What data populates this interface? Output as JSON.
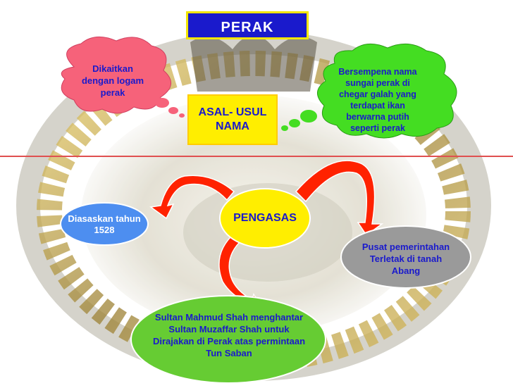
{
  "title": "PERAK",
  "center_box": [
    "ASAL- USUL",
    "NAMA"
  ],
  "founder_label": "PENGASAS",
  "bubble_left": [
    "Dikaitkan",
    "dengan logam",
    "perak"
  ],
  "bubble_right": [
    "Bersempena nama",
    "sungai perak di",
    "chegar galah yang",
    "terdapat ikan",
    "berwarna putih",
    "seperti perak"
  ],
  "node_left": [
    "Diasaskan tahun",
    "1528"
  ],
  "node_right": [
    "Pusat pemerintahan",
    "Terletak di tanah",
    "Abang"
  ],
  "node_bottom": [
    "Sultan Mahmud Shah menghantar",
    "Sultan Muzaffar Shah untuk",
    "Dirajakan di Perak atas permintaan",
    "Tun Saban"
  ],
  "colors": {
    "title_bg": "#1a1acc",
    "center_bg": "#ffee00",
    "bubble_left": "#f6627a",
    "bubble_right": "#44dd22",
    "node_left": "#4d8ef0",
    "node_right": "#9a9a9a",
    "node_bottom": "#66cc33",
    "arrows": "#ff2200",
    "divider": "#e05050"
  }
}
